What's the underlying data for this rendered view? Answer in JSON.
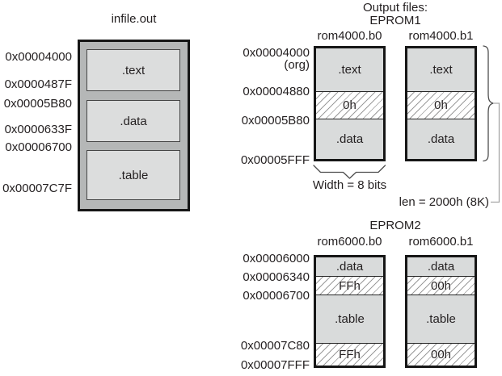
{
  "infile": {
    "title": "infile.out",
    "addresses": [
      "0x00004000",
      "0x0000487F",
      "0x00005B80",
      "0x0000633F",
      "0x00006700",
      "0x00007C7F"
    ],
    "sections": [
      ".text",
      ".data",
      ".table"
    ]
  },
  "eprom1": {
    "header": "Output files:",
    "name": "EPROM1",
    "addresses": [
      "0x00004000",
      "(org)",
      "0x00004880",
      "0x00005B80",
      "0x00005FFF"
    ],
    "boxes": [
      {
        "file": "rom4000.b0",
        "sections": [
          ".text",
          "0h",
          ".data"
        ]
      },
      {
        "file": "rom4000.b1",
        "sections": [
          ".text",
          "0h",
          ".data"
        ]
      }
    ],
    "width_note": "Width = 8 bits",
    "len_note": "len = 2000h (8K)"
  },
  "eprom2": {
    "name": "EPROM2",
    "addresses": [
      "0x00006000",
      "0x00006340",
      "0x00006700",
      "0x00007C80",
      "0x00007FFF"
    ],
    "boxes": [
      {
        "file": "rom6000.b0",
        "sections": [
          ".data",
          "FFh",
          ".table",
          "FFh"
        ]
      },
      {
        "file": "rom6000.b1",
        "sections": [
          ".data",
          "00h",
          ".table",
          "00h"
        ]
      }
    ]
  },
  "colors": {
    "section_fill": "#d9dbdb",
    "outer_box_fill": "#b5b7b7",
    "border": "#161616",
    "hatch_line": "#9b9b9b",
    "text": "#231f20",
    "connector_line": "#a6a6a6"
  }
}
